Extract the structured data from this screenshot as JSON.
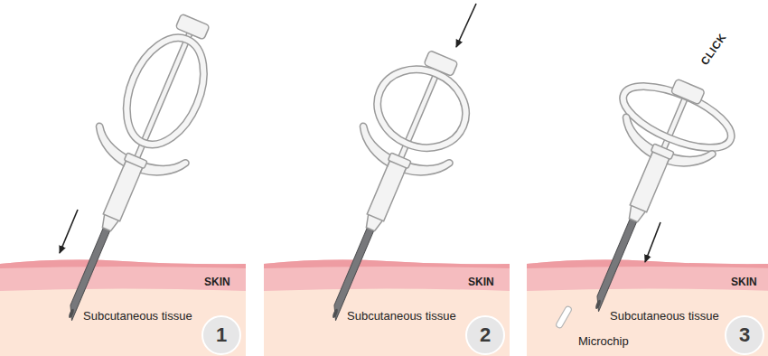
{
  "diagram": {
    "nodes": [
      {
        "text": [
          "1"
        ]
      },
      {
        "text": [
          "2"
        ]
      },
      {
        "text": [
          "3"
        ]
      }
    ],
    "labels": [
      "SKIN",
      "Subcutaneous tissue",
      "SKIN",
      "Subcutaneous tissue",
      "CLICK",
      "SKIN",
      "Subcutaneous tissue",
      "Microchip"
    ]
  }
}
